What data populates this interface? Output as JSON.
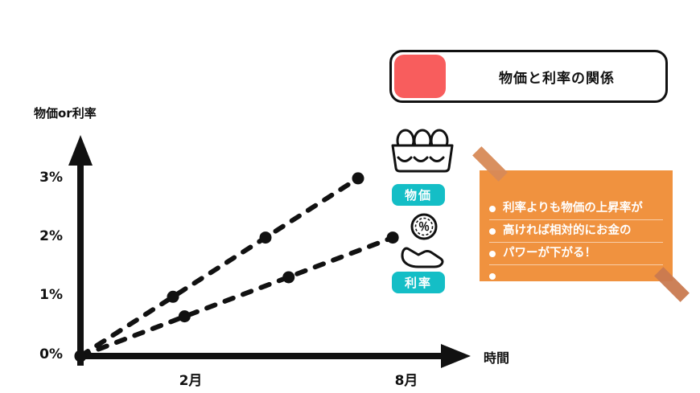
{
  "header": {
    "title": "物価と利率の関係"
  },
  "note": {
    "lines": [
      "利率よりも物価の上昇率が",
      "高ければ相対的にお金の",
      "パワーが下がる！",
      ""
    ],
    "background_color": "#f0923f",
    "text_color": "#ffffff"
  },
  "legend": {
    "price_label": "物価",
    "rate_label": "利率",
    "badge_color": "#14bec6",
    "price_icon": "egg-carton-icon",
    "rate_icon": "percent-hand-icon"
  },
  "colors": {
    "banner_accent": "#f85d5d",
    "axis": "#111111",
    "tape": "#d78a57"
  },
  "chart_data": {
    "type": "line",
    "title": "物価と利率の関係",
    "xlabel": "時間",
    "ylabel": "物価or利率",
    "x_ticks": [
      {
        "value": 2,
        "label": "2月"
      },
      {
        "value": 8,
        "label": "8月"
      }
    ],
    "y_ticks": [
      {
        "value": 0,
        "label": "0%"
      },
      {
        "value": 1,
        "label": "1%"
      },
      {
        "value": 2,
        "label": "2%"
      },
      {
        "value": 3,
        "label": "3%"
      }
    ],
    "xlim": [
      0,
      8.5
    ],
    "ylim": [
      0,
      3.6
    ],
    "grid": false,
    "line_style": "dashed-with-dots",
    "series": [
      {
        "name": "物価",
        "points": [
          {
            "x": 0,
            "y": 0
          },
          {
            "x": 2,
            "y": 1
          },
          {
            "x": 4,
            "y": 2
          },
          {
            "x": 6,
            "y": 3
          }
        ]
      },
      {
        "name": "利率",
        "points": [
          {
            "x": 0,
            "y": 0
          },
          {
            "x": 2.25,
            "y": 0.67
          },
          {
            "x": 4.5,
            "y": 1.33
          },
          {
            "x": 6.75,
            "y": 2
          }
        ]
      }
    ]
  }
}
